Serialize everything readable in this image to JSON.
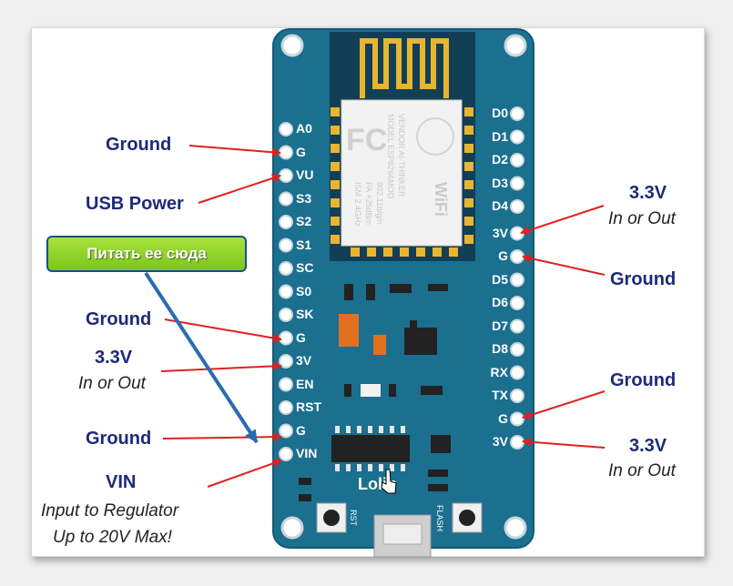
{
  "callout": "Питать ее сюда",
  "left_pins": [
    "A0",
    "G",
    "VU",
    "S3",
    "S2",
    "S1",
    "SC",
    "S0",
    "SK",
    "G",
    "3V",
    "EN",
    "RST",
    "G",
    "VIN"
  ],
  "right_pins": [
    "D0",
    "D1",
    "D2",
    "D3",
    "D4",
    "3V",
    "G",
    "D5",
    "D6",
    "D7",
    "D8",
    "RX",
    "TX",
    "G",
    "3V"
  ],
  "labels": {
    "ground": "Ground",
    "usb_power": "USB Power",
    "v33": "3.3V",
    "in_or_out": "In or Out",
    "vin": "VIN",
    "vin_line1": "Input to Regulator",
    "vin_line2": "Up to 20V Max!"
  },
  "board": {
    "model_lines": [
      "MODEL  ESP8266MOD",
      "VENDOR  AI-THINKER",
      "ISM  2.4GHz",
      "PA  +25dBm",
      "802.11b/g/n"
    ],
    "fc_mark": "FC",
    "wifi_mark": "WiFi",
    "logo_text": "Lolin",
    "rst_label": "RST",
    "flash_label": "FLASH"
  },
  "colors": {
    "board": "#1b6f8f",
    "antenna": "#e8b531",
    "label_blue": "#1e2a78",
    "arrow_red": "#e02020",
    "arrow_blue": "#2a6bb3",
    "callout_green": "#8fd12a"
  }
}
